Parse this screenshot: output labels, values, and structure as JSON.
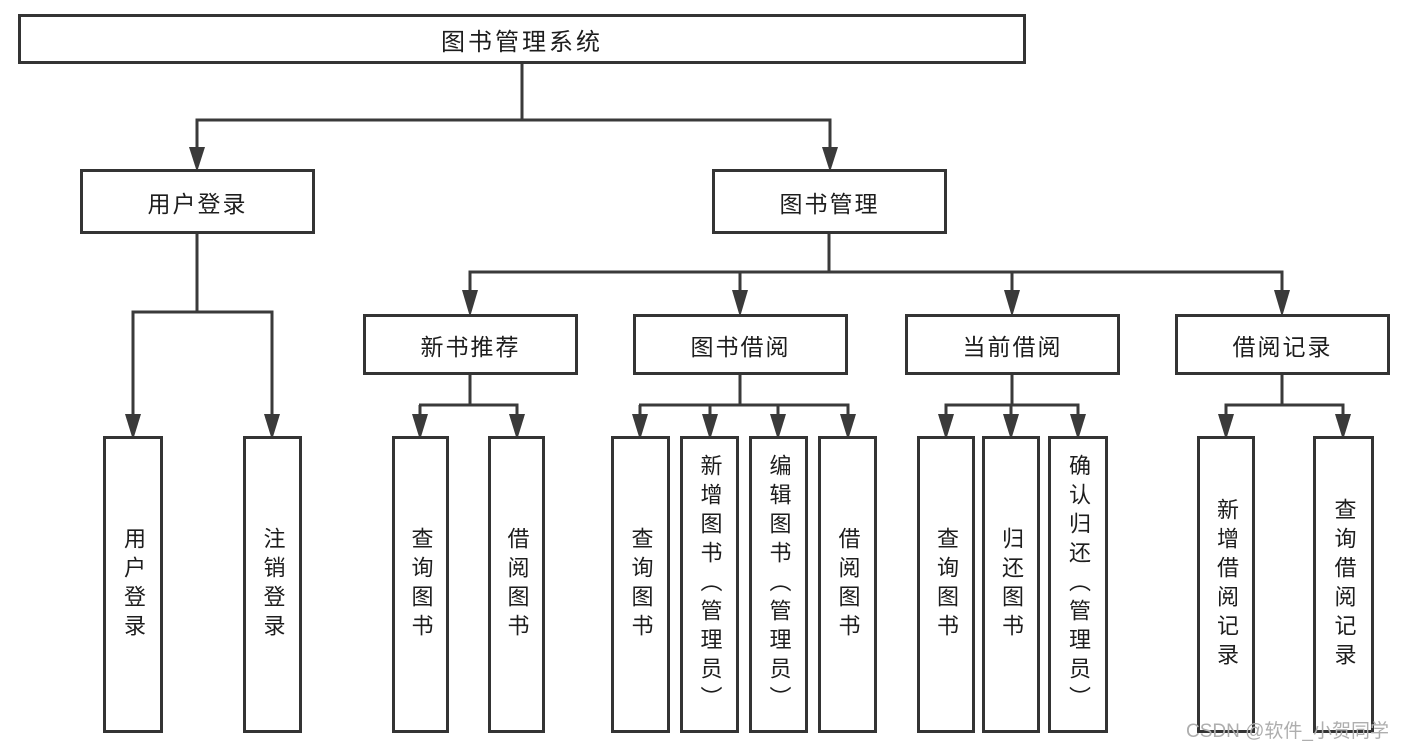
{
  "diagram_type": "hierarchy-tree",
  "nodes": {
    "root": {
      "label": "图书管理系统",
      "children": [
        "user_login",
        "book_mgmt"
      ]
    },
    "user_login": {
      "label": "用户登录",
      "children": [
        "leaf_user_login",
        "leaf_logout"
      ]
    },
    "book_mgmt": {
      "label": "图书管理",
      "children": [
        "new_book_rec",
        "book_borrow",
        "current_borrow",
        "borrow_records"
      ]
    },
    "new_book_rec": {
      "label": "新书推荐",
      "children": [
        "leaf_query_book_1",
        "leaf_borrow_book_1"
      ]
    },
    "book_borrow": {
      "label": "图书借阅",
      "children": [
        "leaf_query_book_2",
        "leaf_add_book",
        "leaf_edit_book",
        "leaf_borrow_book_2"
      ]
    },
    "current_borrow": {
      "label": "当前借阅",
      "children": [
        "leaf_query_book_3",
        "leaf_return_book",
        "leaf_confirm_return"
      ]
    },
    "borrow_records": {
      "label": "借阅记录",
      "children": [
        "leaf_add_borrow_record",
        "leaf_query_borrow_record"
      ]
    },
    "leaf_user_login": {
      "label": "用户登录"
    },
    "leaf_logout": {
      "label": "注销登录"
    },
    "leaf_query_book_1": {
      "label": "查询图书"
    },
    "leaf_borrow_book_1": {
      "label": "借阅图书"
    },
    "leaf_query_book_2": {
      "label": "查询图书"
    },
    "leaf_add_book": {
      "label": "新增图书（管理员）"
    },
    "leaf_edit_book": {
      "label": "编辑图书（管理员）"
    },
    "leaf_borrow_book_2": {
      "label": "借阅图书"
    },
    "leaf_query_book_3": {
      "label": "查询图书"
    },
    "leaf_return_book": {
      "label": "归还图书"
    },
    "leaf_confirm_return": {
      "label": "确认归还（管理员）"
    },
    "leaf_add_borrow_record": {
      "label": "新增借阅记录"
    },
    "leaf_query_borrow_record": {
      "label": "查询借阅记录"
    }
  },
  "watermark": {
    "text": "CSDN @软件_小贺同学"
  },
  "colors": {
    "line": "#3a3a3a",
    "box_border": "#343434",
    "text": "#1d1d1d",
    "watermark": "#aeaeae",
    "background": "#ffffff"
  }
}
